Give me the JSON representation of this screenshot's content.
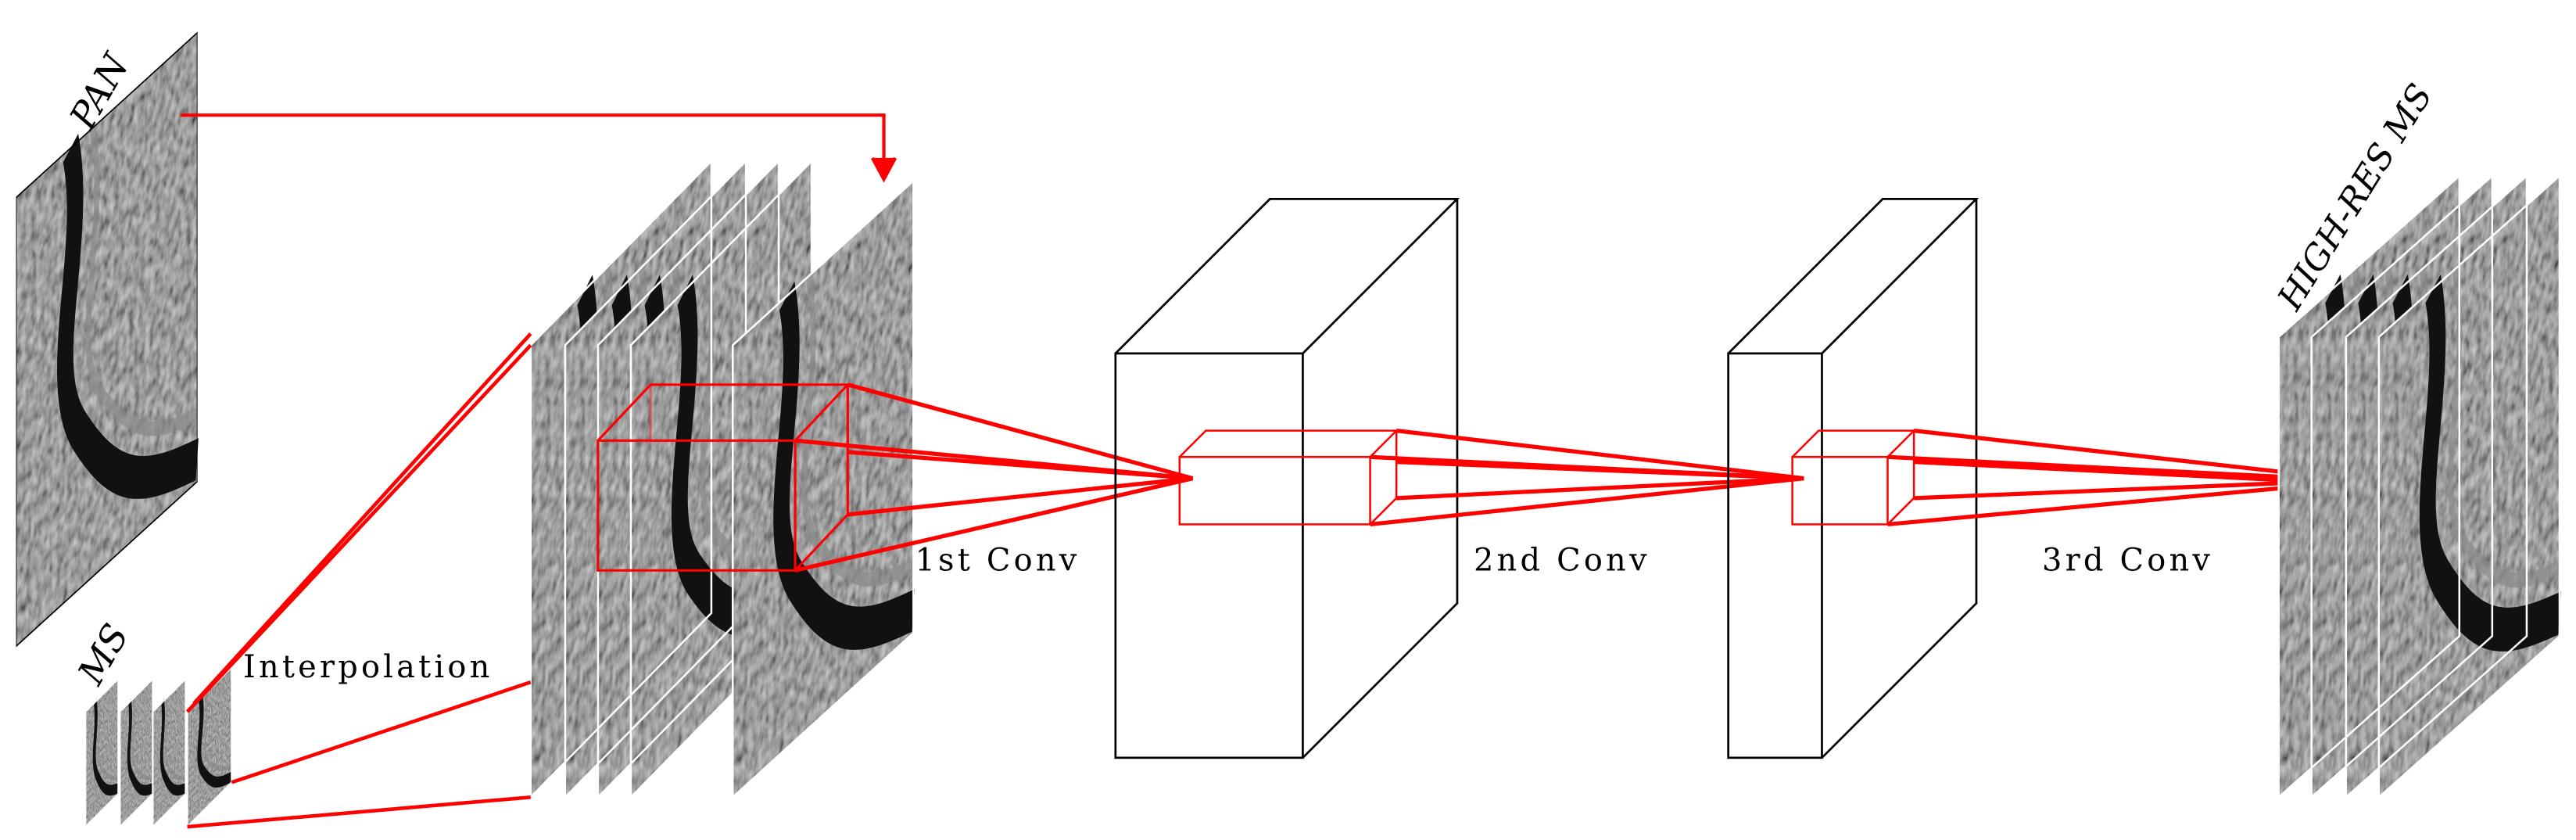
{
  "labels": {
    "pan": "PAN",
    "ms": "MS",
    "interpolation": "Interpolation",
    "conv1": "1st Conv",
    "conv2": "2nd Conv",
    "conv3": "3rd Conv",
    "output": "HIGH-RES MS"
  },
  "colors": {
    "accent": "#ff0000",
    "stroke": "#000000",
    "background": "#ffffff"
  }
}
